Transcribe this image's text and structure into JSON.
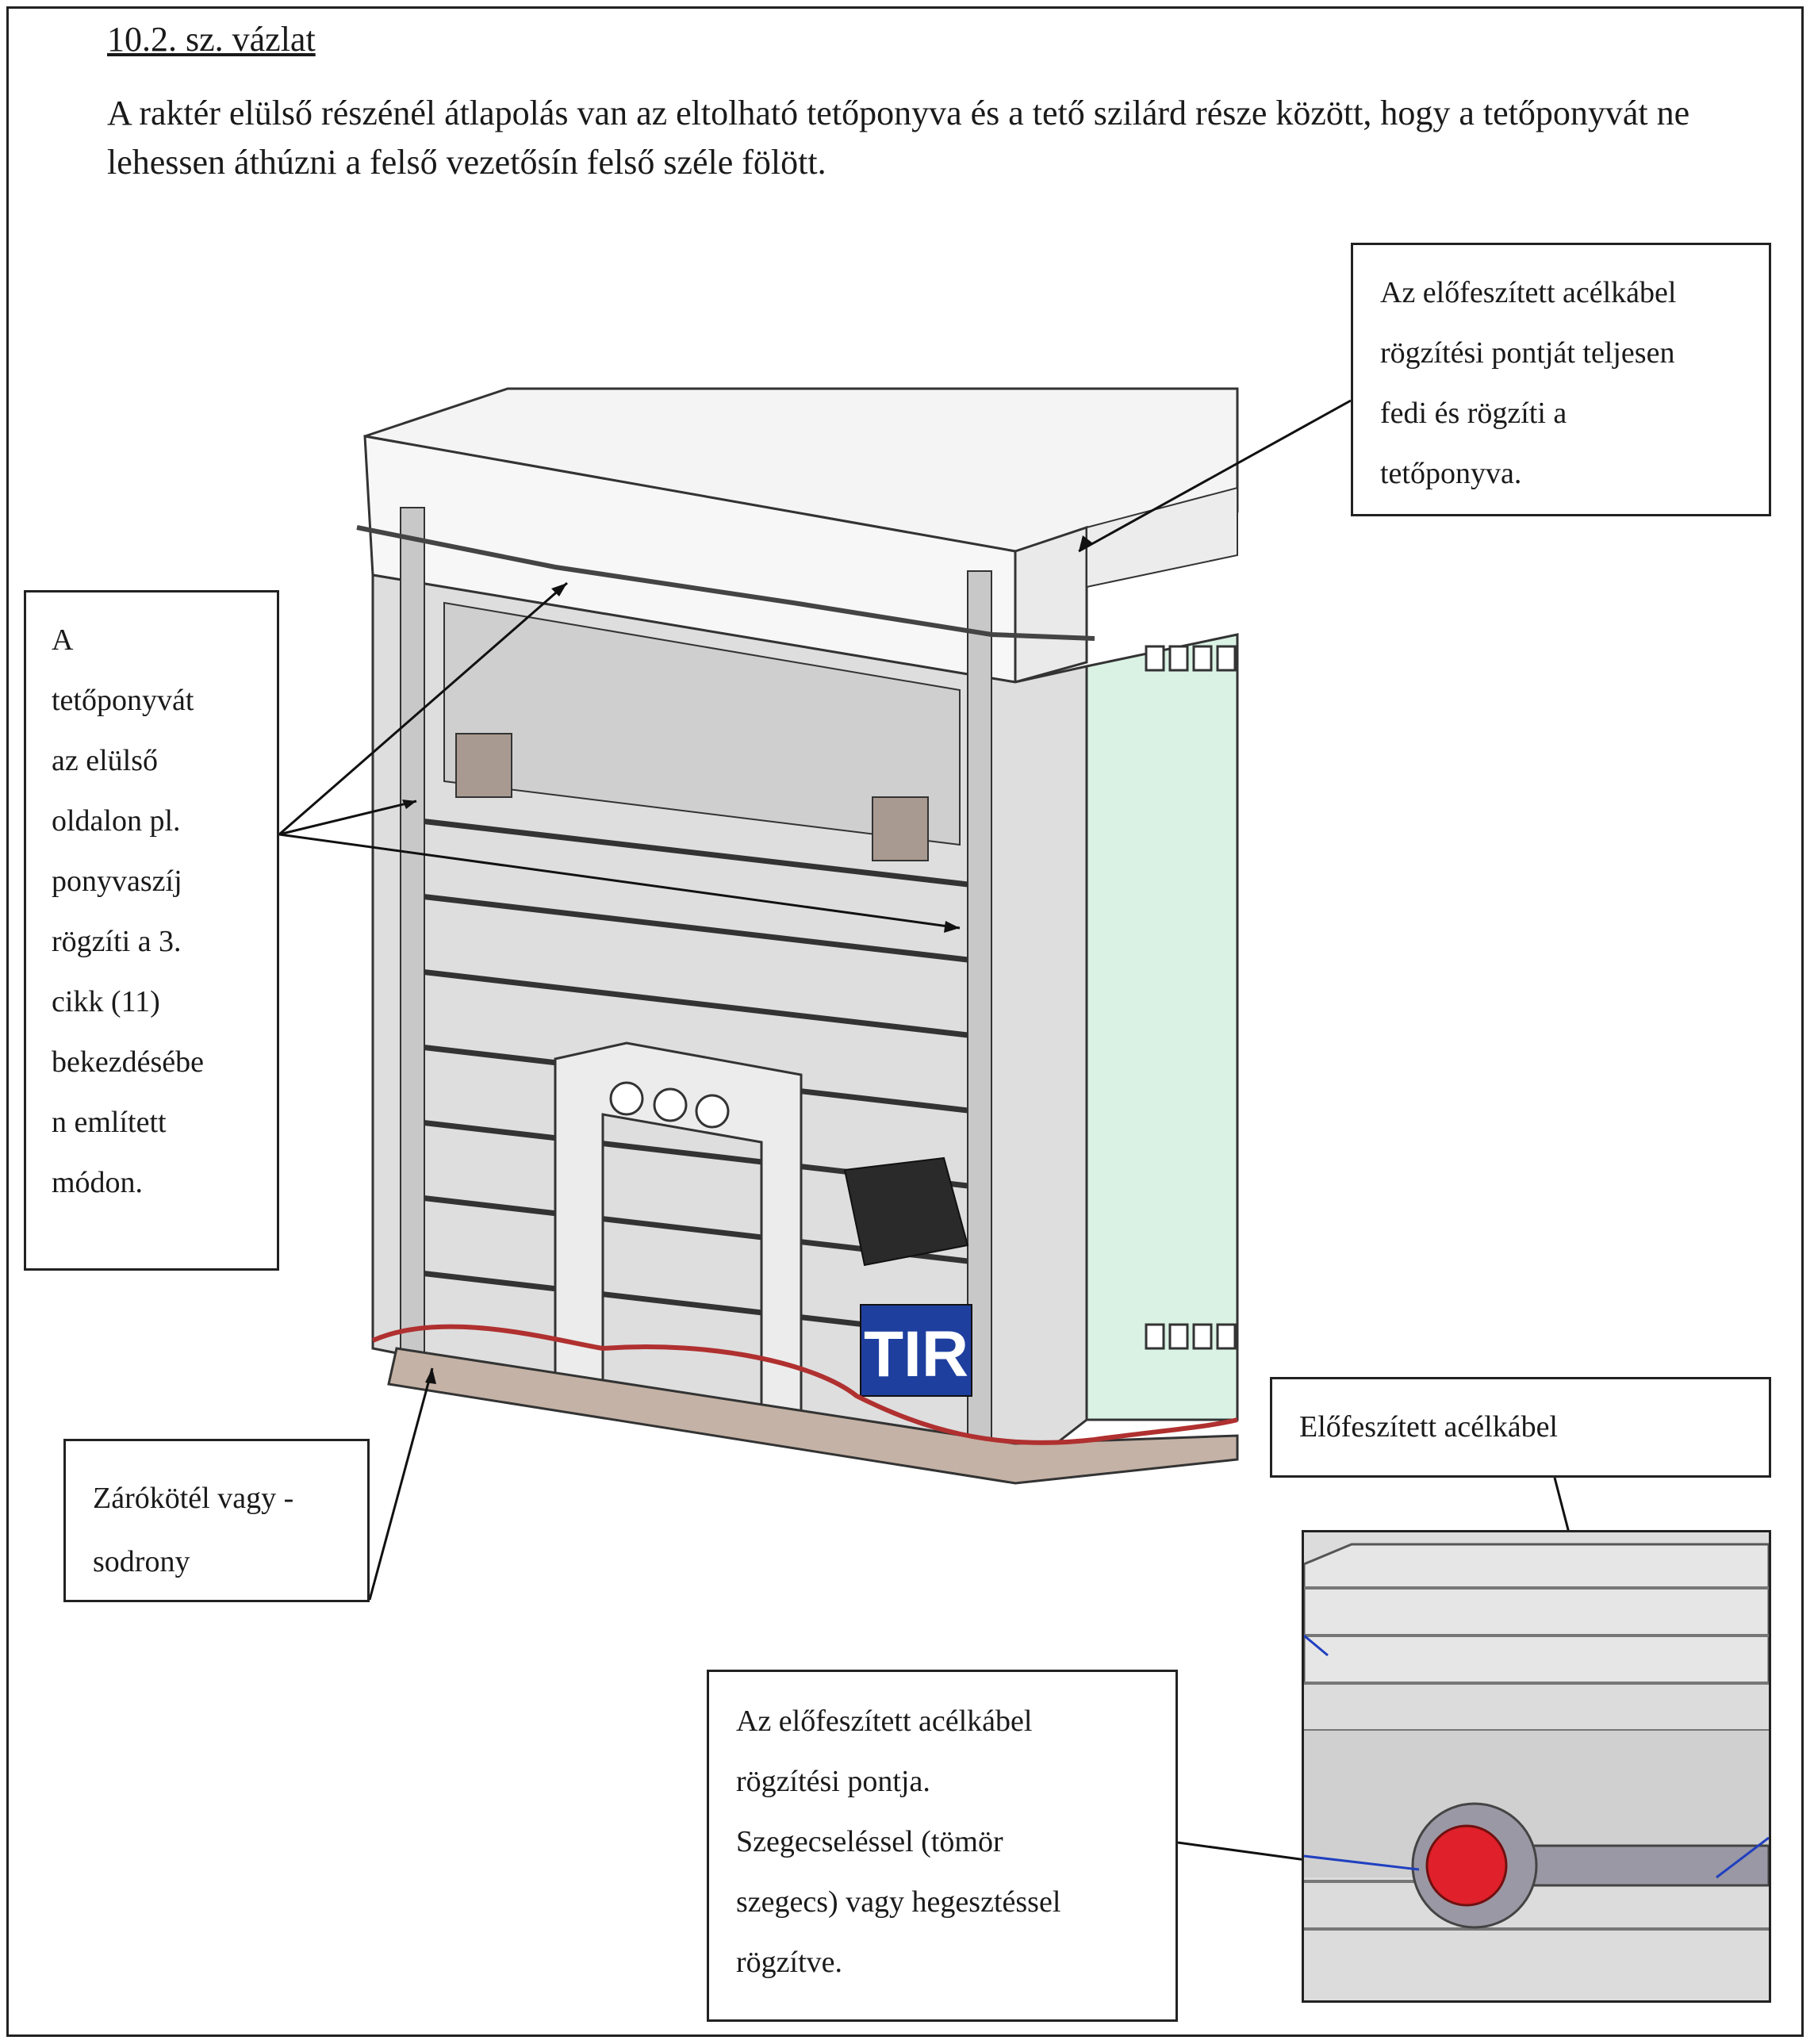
{
  "heading": "10.2. sz. vázlat",
  "intro": "A raktér elülső részénél átlapolás van az eltolható tetőponyva és a tető szilárd része között, hogy a tetőponyvát ne lehessen áthúzni a felső vezetősín felső széle fölött.",
  "callouts": {
    "top_right": [
      "Az előfeszített acélkábel",
      "rögzítési pontját teljesen",
      "fedi és rögzíti a",
      "tetőponyva."
    ],
    "left": [
      "A",
      "tetőponyvát",
      "az elülső",
      "oldalon pl.",
      "ponyvaszíj",
      "rögzíti a 3.",
      "cikk (11)",
      "bekezdésébe",
      "n említett",
      "módon."
    ],
    "closing_cord": [
      "Zárókötél vagy -",
      "sodrony"
    ],
    "cable": [
      "Előfeszített acélkábel"
    ],
    "anchor": [
      "Az előfeszített acélkábel",
      "rögzítési pontja.",
      "Szegecseléssel (tömör",
      "szegecs) vagy hegesztéssel",
      "rögzítve."
    ]
  },
  "plate_text": "TIR",
  "colors": {
    "panel": "#dedede",
    "side_panel": "#d9f2e4",
    "cable": "#b03030",
    "plate": "#1f3f9f",
    "rivet": "#e0202a",
    "floor": "#c4b2a6"
  }
}
